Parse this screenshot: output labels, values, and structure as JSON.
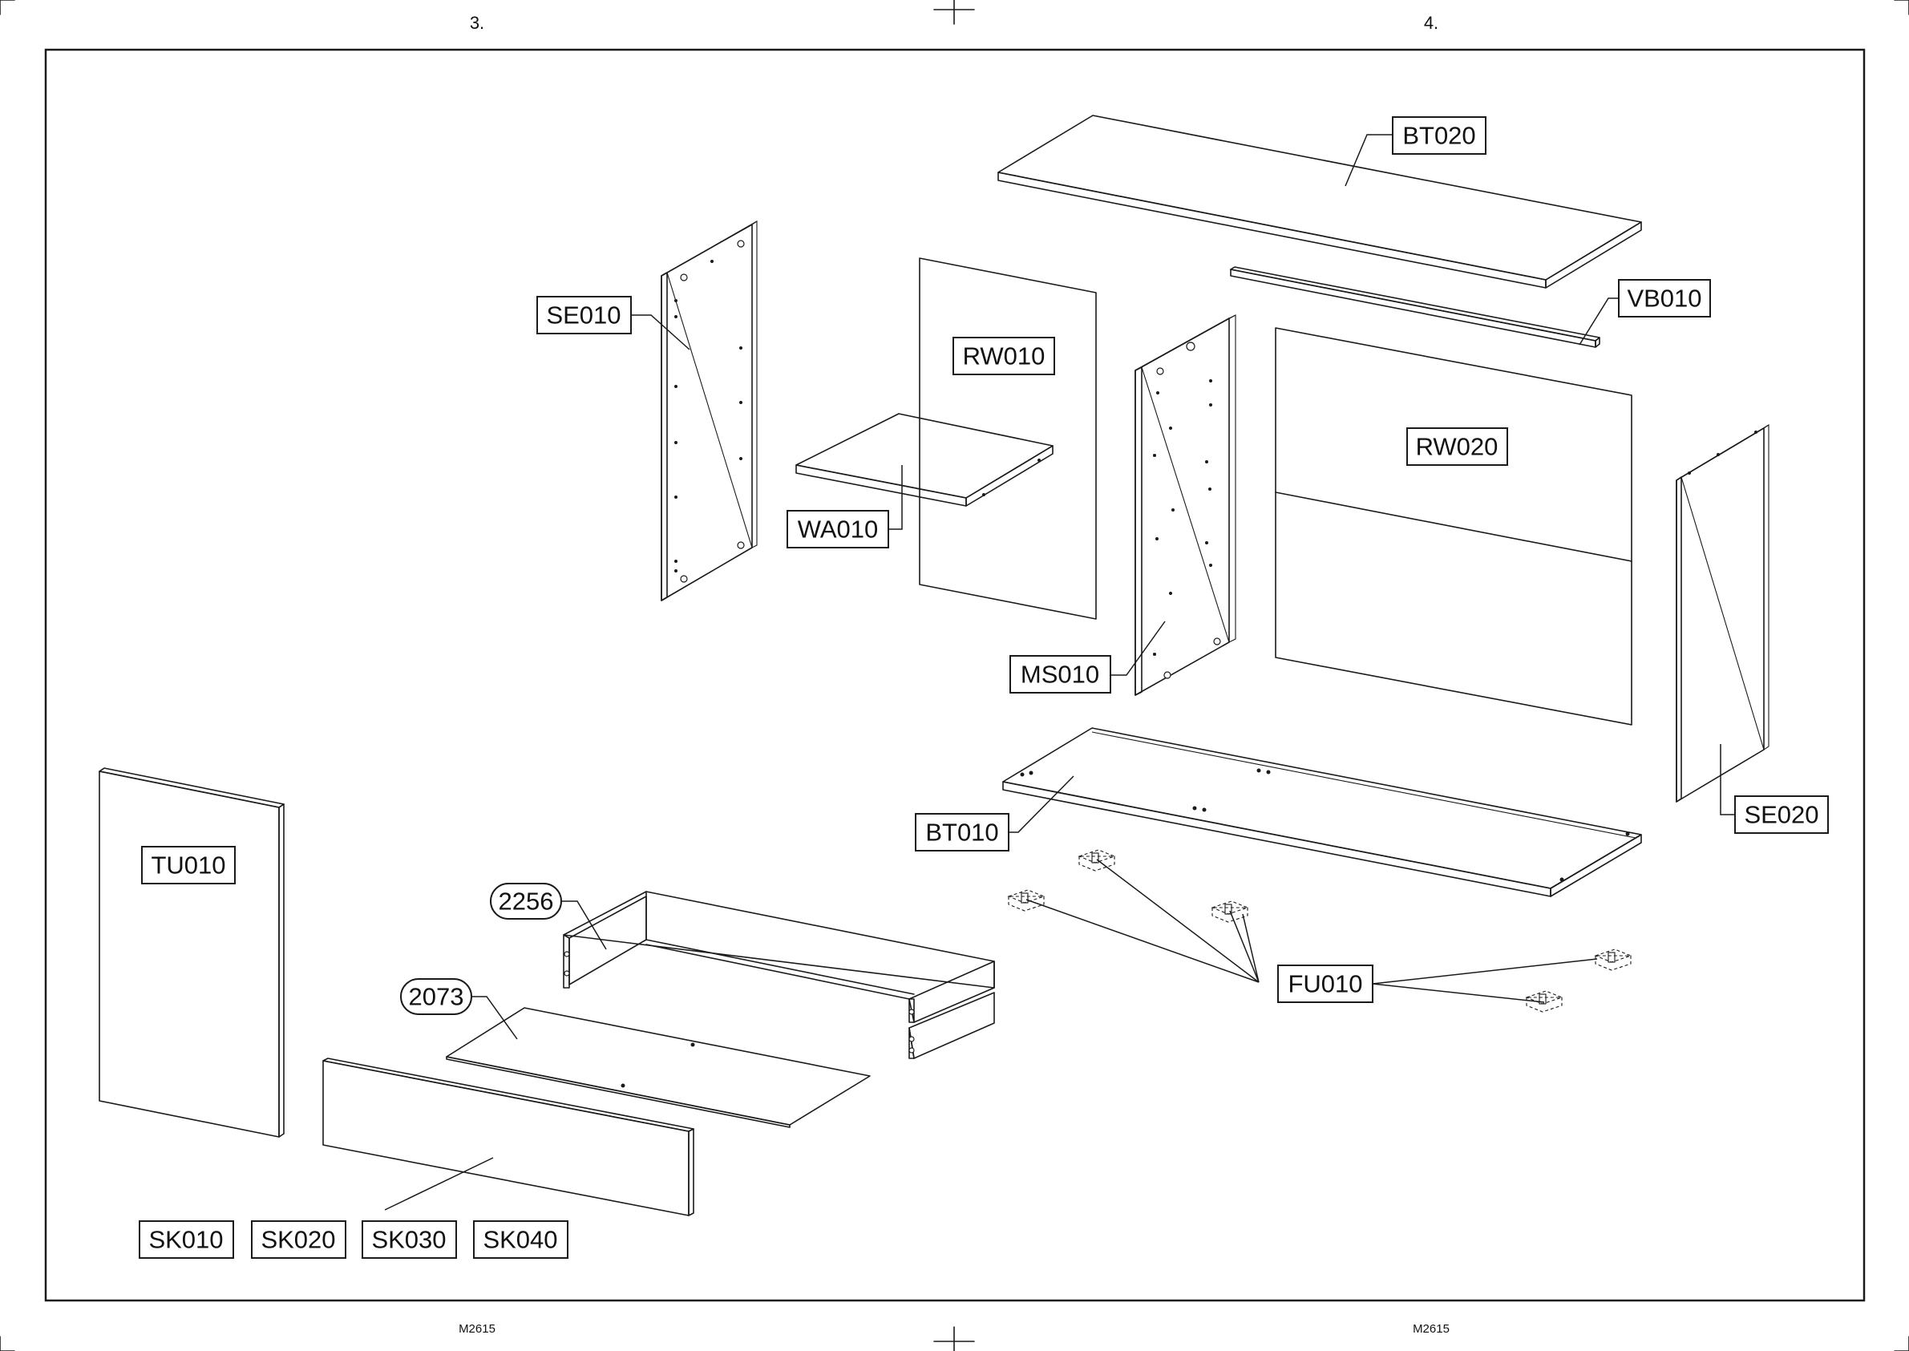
{
  "pages": {
    "left": "3.",
    "right": "4."
  },
  "footer": {
    "left_code": "M2615",
    "right_code": "M2615"
  },
  "labels": {
    "bt020": "BT020",
    "vb010": "VB010",
    "se010": "SE010",
    "rw010": "RW010",
    "rw020": "RW020",
    "wa010": "WA010",
    "ms010": "MS010",
    "bt010": "BT010",
    "se020": "SE020",
    "tu010": "TU010",
    "fu010": "FU010",
    "n2256": "2256",
    "n2073": "2073",
    "sk010": "SK010",
    "sk020": "SK020",
    "sk030": "SK030",
    "sk040": "SK040"
  }
}
